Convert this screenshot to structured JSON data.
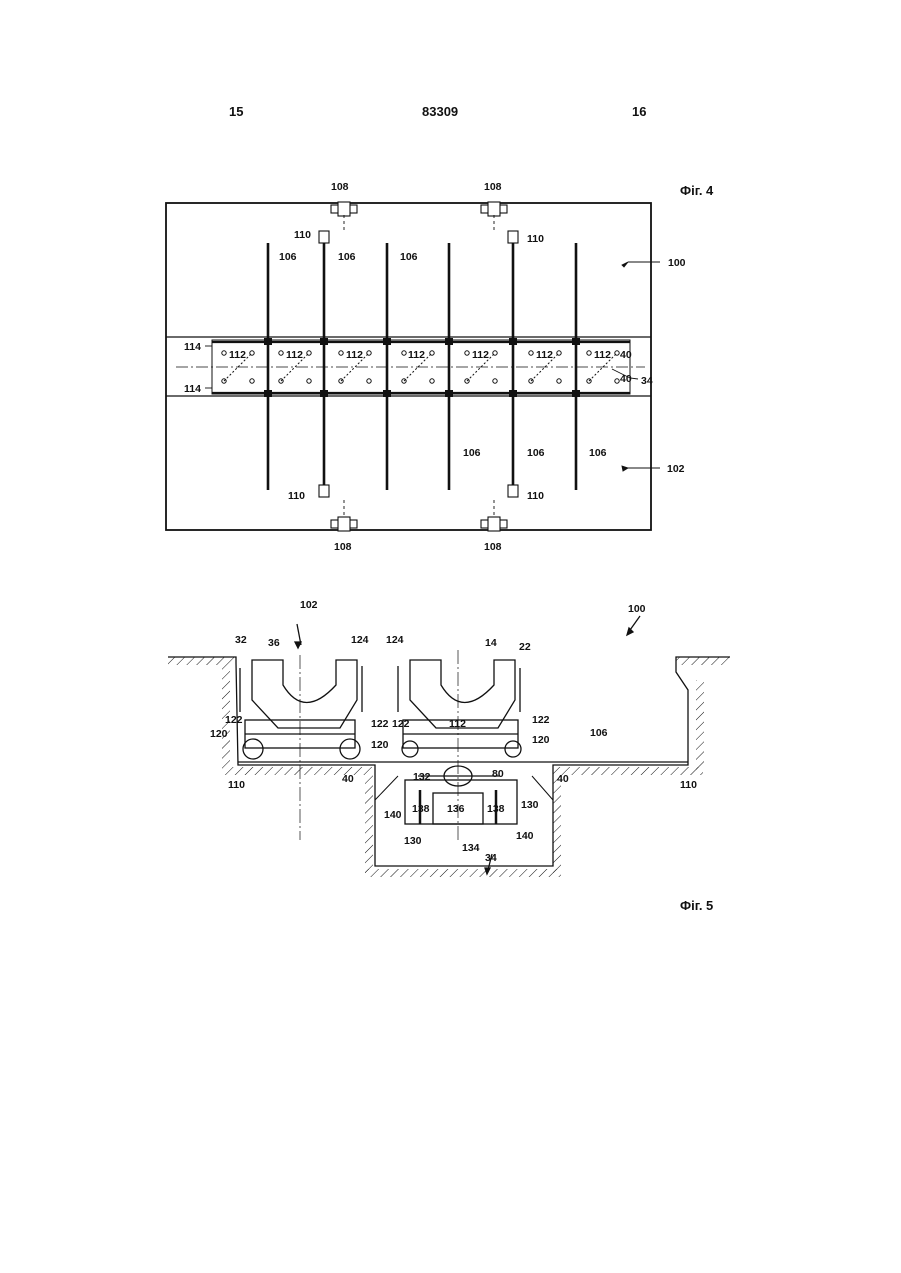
{
  "header": {
    "left_page": "15",
    "patent_no": "83309",
    "right_page": "16"
  },
  "fig4": {
    "caption": "Фіг. 4",
    "labels": {
      "l108a": "108",
      "l108b": "108",
      "l108c": "108",
      "l108d": "108",
      "l110a": "110",
      "l110b": "110",
      "l110c": "110",
      "l110d": "110",
      "l106a": "106",
      "l106b": "106",
      "l106c": "106",
      "l106d": "106",
      "l106e": "106",
      "l106f": "106",
      "l100": "100",
      "l102": "102",
      "l114a": "114",
      "l114b": "114",
      "l112a": "112",
      "l112b": "112",
      "l112c": "112",
      "l112d": "112",
      "l112e": "112",
      "l112f": "112",
      "l112g": "112",
      "l40a": "40",
      "l40b": "40",
      "l34": "34"
    }
  },
  "fig5": {
    "caption": "Фіг. 5",
    "labels": {
      "l102": "102",
      "l100": "100",
      "l32": "32",
      "l36": "36",
      "l124a": "124",
      "l124b": "124",
      "l14": "14",
      "l22": "22",
      "l122a": "122",
      "l122b": "122",
      "l122c": "122",
      "l122d": "122",
      "l112": "112",
      "l120a": "120",
      "l120b": "120",
      "l120c": "120",
      "l106": "106",
      "l110a": "110",
      "l110b": "110",
      "l40a": "40",
      "l40b": "40",
      "l132": "132",
      "l80": "80",
      "l140a": "140",
      "l140b": "140",
      "l138a": "138",
      "l138b": "138",
      "l136": "136",
      "l130a": "130",
      "l130b": "130",
      "l134": "134",
      "l34": "34"
    }
  }
}
